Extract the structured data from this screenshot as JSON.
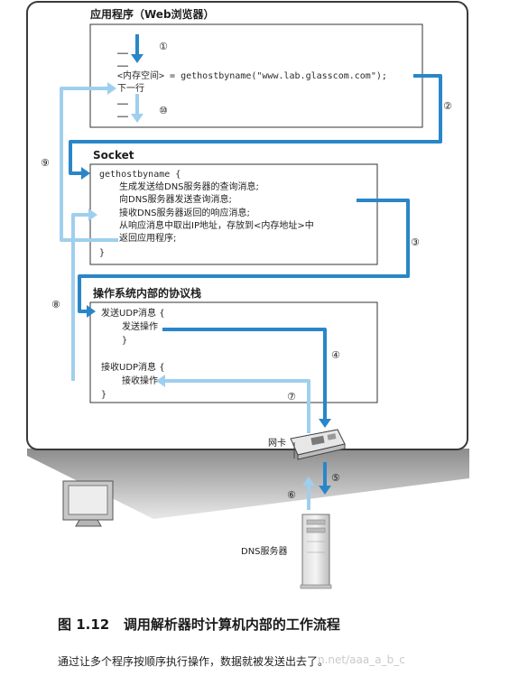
{
  "computer": {
    "app_box": {
      "title": "应用程序（Web浏览器）",
      "lines": [
        "……",
        "……",
        "<内存空间> = gethostbyname(\"www.lab.glasscom.com\");",
        "下一行",
        "……",
        "……"
      ]
    },
    "socket_box": {
      "title": "Socket",
      "lines": [
        "gethostbyname  {",
        "生成发送给DNS服务器的查询消息;",
        "向DNS服务器发送查询消息;",
        "接收DNS服务器返回的响应消息;",
        "从响应消息中取出IP地址，存放到<内存地址>中",
        "返回应用程序;",
        "}"
      ]
    },
    "os_box": {
      "title": "操作系统内部的协议栈",
      "lines": [
        "发送UDP消息  {",
        "发送操作",
        "}",
        "接收UDP消息  {",
        "接收操作",
        "}"
      ]
    },
    "nic_label": "网卡"
  },
  "dns_server_label": "DNS服务器",
  "steps": [
    "①",
    "②",
    "③",
    "④",
    "⑤",
    "⑥",
    "⑦",
    "⑧",
    "⑨",
    "⑩"
  ],
  "colors": {
    "dark_arrow": "#2a86c8",
    "light_arrow": "#9fcfee",
    "frame": "#3a3a3a"
  },
  "figure": {
    "title": "图 1.12   调用解析器时计算机内部的工作流程",
    "caption": "通过让多个程序按顺序执行操作，数据就被发送出去了。",
    "watermark": "n.net/aaa_a_b_c"
  }
}
